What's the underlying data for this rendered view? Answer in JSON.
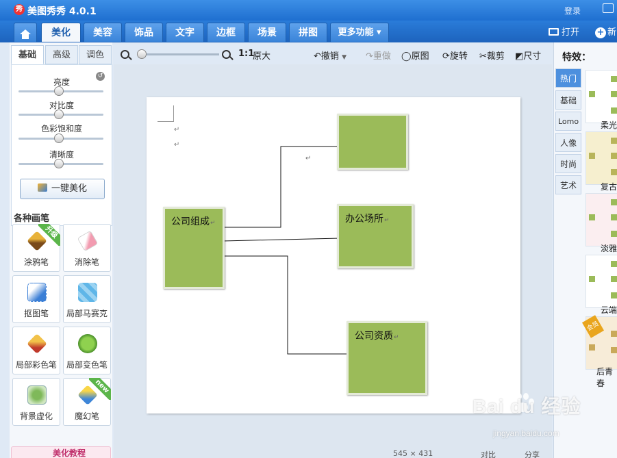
{
  "app": {
    "logo": "秀",
    "title": "美图秀秀 4.0.1",
    "login": "登录"
  },
  "nav": {
    "tabs": [
      "美化",
      "美容",
      "饰品",
      "文字",
      "边框",
      "场景",
      "拼图",
      "更多功能 ▾"
    ],
    "open": "打开",
    "new": "新"
  },
  "left": {
    "tabs": [
      "基础",
      "高级",
      "调色"
    ],
    "sliders": [
      "亮度",
      "对比度",
      "色彩饱和度",
      "清晰度"
    ],
    "one_click": "一键美化",
    "brushes_title": "各种画笔",
    "tools": [
      {
        "label": "涂鸦笔",
        "badge": "升级"
      },
      {
        "label": "消除笔",
        "badge": ""
      },
      {
        "label": "抠图笔",
        "badge": ""
      },
      {
        "label": "局部马赛克",
        "badge": ""
      },
      {
        "label": "局部彩色笔",
        "badge": ""
      },
      {
        "label": "局部变色笔",
        "badge": ""
      },
      {
        "label": "背景虚化",
        "badge": ""
      },
      {
        "label": "魔幻笔",
        "badge": "new"
      }
    ],
    "tutorial": "美化教程"
  },
  "toolbar": {
    "ratio": "1:1",
    "original_size": "原大",
    "undo": "撤销",
    "redo": "重做",
    "original": "原图",
    "rotate": "旋转",
    "crop": "裁剪",
    "size": "尺寸"
  },
  "diagram": {
    "boxes": [
      {
        "label": "",
        "id": "top"
      },
      {
        "label": "公司组成",
        "id": "root"
      },
      {
        "label": "办公场所",
        "id": "office"
      },
      {
        "label": "公司资质",
        "id": "qualification"
      }
    ],
    "paragraph_mark": "↵"
  },
  "status": {
    "coords": "545 × 431",
    "compare": "对比",
    "share": "分享"
  },
  "right": {
    "title": "特效：",
    "tabs": [
      "热门",
      "基础",
      "Lomo",
      "人像",
      "时尚",
      "艺术"
    ],
    "effects": [
      "柔光",
      "复古",
      "淡雅",
      "云端",
      "后青春"
    ],
    "badge": "会员"
  },
  "watermark": {
    "brand": "Bai du 经验",
    "url": "jingyan.baidu.com"
  },
  "colors": {
    "accent": "#2a7cd9",
    "box_fill": "#9bbb59"
  }
}
